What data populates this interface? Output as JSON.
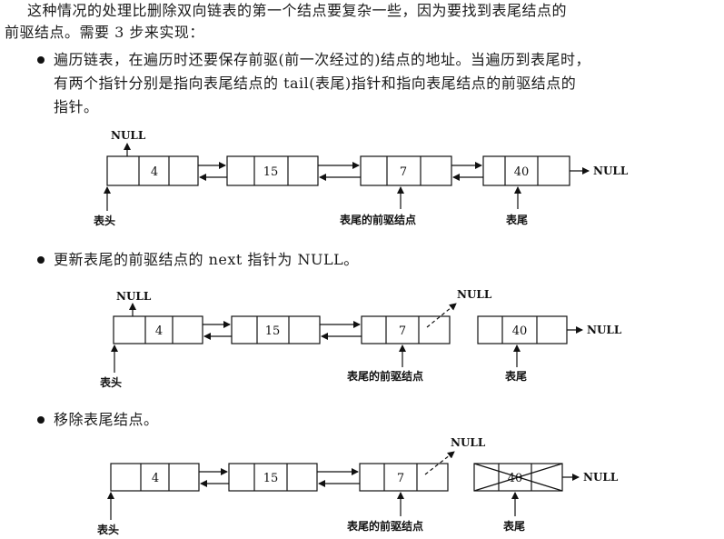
{
  "intro": {
    "line1": "这种情况的处理比删除双向链表的第一个结点要复杂一些，因为要找到表尾结点的",
    "line2": "前驱结点。需要 3 步来实现："
  },
  "steps": [
    {
      "line1": "遍历链表，在遍历时还要保存前驱(前一次经过的)结点的地址。当遍历到表尾时，",
      "line2": "有两个指针分别是指向表尾结点的 tail(表尾)指针和指向表尾结点的前驱结点的",
      "line3": "指针。"
    },
    {
      "line1": "更新表尾的前驱结点的 next 指针为 NULL。"
    },
    {
      "line1": "移除表尾结点。"
    }
  ],
  "diagram": {
    "null_label": "NULL",
    "head_label": "表头",
    "prev_label": "表尾的前驱结点",
    "tail_label": "表尾",
    "values": [
      "4",
      "15",
      "7",
      "40"
    ]
  }
}
